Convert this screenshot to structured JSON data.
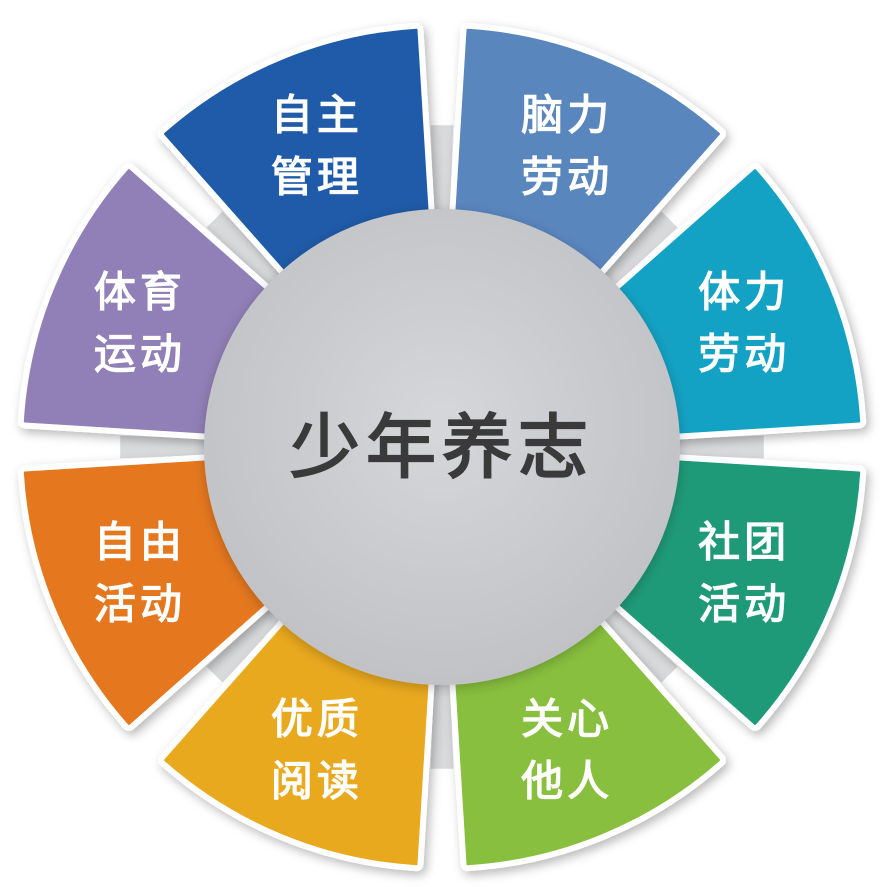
{
  "center": {
    "title": "少年养志",
    "fill": "#c8c9cc"
  },
  "segments": [
    {
      "id": "zizhu-guanli",
      "line1": "自主",
      "line2": "管理",
      "color": "#1f5ba8"
    },
    {
      "id": "naoli-laodong",
      "line1": "脑力",
      "line2": "劳动",
      "color": "#5a86be"
    },
    {
      "id": "tili-laodong",
      "line1": "体力",
      "line2": "劳动",
      "color": "#14a2c4"
    },
    {
      "id": "shetuan-huodong",
      "line1": "社团",
      "line2": "活动",
      "color": "#1f9a78"
    },
    {
      "id": "guanxin-taren",
      "line1": "关心",
      "line2": "他人",
      "color": "#88bf3e"
    },
    {
      "id": "youzhi-yuedu",
      "line1": "优质",
      "line2": "阅读",
      "color": "#e9a91f"
    },
    {
      "id": "ziyou-huodong",
      "line1": "自由",
      "line2": "活动",
      "color": "#e5781f"
    },
    {
      "id": "tiyu-yundong",
      "line1": "体育",
      "line2": "运动",
      "color": "#9180b7"
    }
  ]
}
